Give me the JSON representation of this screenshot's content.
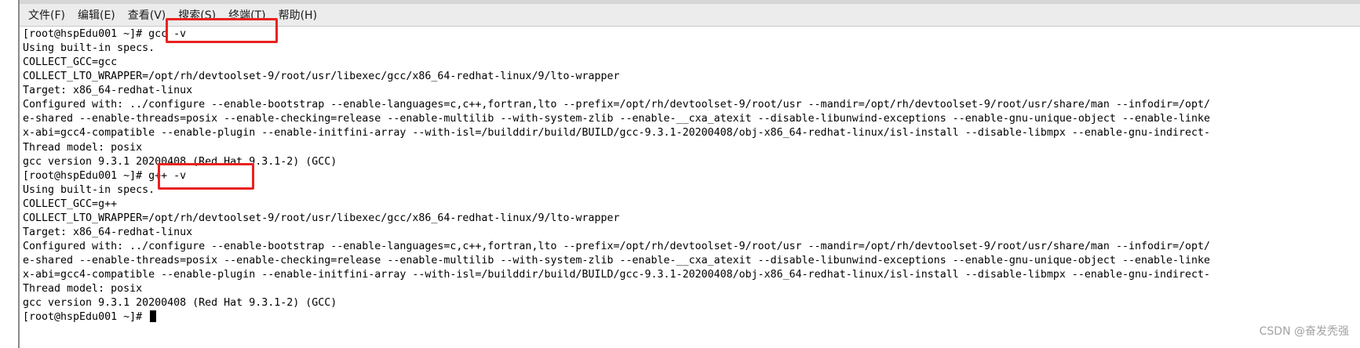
{
  "menubar": {
    "items": [
      {
        "label": "文件(F)"
      },
      {
        "label": "编辑(E)"
      },
      {
        "label": "查看(V)"
      },
      {
        "label": "搜索(S)"
      },
      {
        "label": "终端(T)"
      },
      {
        "label": "帮助(H)"
      }
    ]
  },
  "terminal": {
    "lines": [
      "[root@hspEdu001 ~]# gcc -v",
      "Using built-in specs.",
      "COLLECT_GCC=gcc",
      "COLLECT_LTO_WRAPPER=/opt/rh/devtoolset-9/root/usr/libexec/gcc/x86_64-redhat-linux/9/lto-wrapper",
      "Target: x86_64-redhat-linux",
      "Configured with: ../configure --enable-bootstrap --enable-languages=c,c++,fortran,lto --prefix=/opt/rh/devtoolset-9/root/usr --mandir=/opt/rh/devtoolset-9/root/usr/share/man --infodir=/opt/",
      "e-shared --enable-threads=posix --enable-checking=release --enable-multilib --with-system-zlib --enable-__cxa_atexit --disable-libunwind-exceptions --enable-gnu-unique-object --enable-linke",
      "x-abi=gcc4-compatible --enable-plugin --enable-initfini-array --with-isl=/builddir/build/BUILD/gcc-9.3.1-20200408/obj-x86_64-redhat-linux/isl-install --disable-libmpx --enable-gnu-indirect-",
      "Thread model: posix",
      "gcc version 9.3.1 20200408 (Red Hat 9.3.1-2) (GCC)",
      "[root@hspEdu001 ~]# g++ -v",
      "Using built-in specs.",
      "COLLECT_GCC=g++",
      "COLLECT_LTO_WRAPPER=/opt/rh/devtoolset-9/root/usr/libexec/gcc/x86_64-redhat-linux/9/lto-wrapper",
      "Target: x86_64-redhat-linux",
      "Configured with: ../configure --enable-bootstrap --enable-languages=c,c++,fortran,lto --prefix=/opt/rh/devtoolset-9/root/usr --mandir=/opt/rh/devtoolset-9/root/usr/share/man --infodir=/opt/",
      "e-shared --enable-threads=posix --enable-checking=release --enable-multilib --with-system-zlib --enable-__cxa_atexit --disable-libunwind-exceptions --enable-gnu-unique-object --enable-linke",
      "x-abi=gcc4-compatible --enable-plugin --enable-initfini-array --with-isl=/builddir/build/BUILD/gcc-9.3.1-20200408/obj-x86_64-redhat-linux/isl-install --disable-libmpx --enable-gnu-indirect-",
      "Thread model: posix",
      "gcc version 9.3.1 20200408 (Red Hat 9.3.1-2) (GCC)"
    ],
    "prompt": "[root@hspEdu001 ~]# "
  },
  "watermark": "CSDN @奋发秃强",
  "colors": {
    "highlight": "#e8221f",
    "menubar_bg": "#ececec",
    "terminal_bg": "#ffffff",
    "terminal_fg": "#000000"
  }
}
